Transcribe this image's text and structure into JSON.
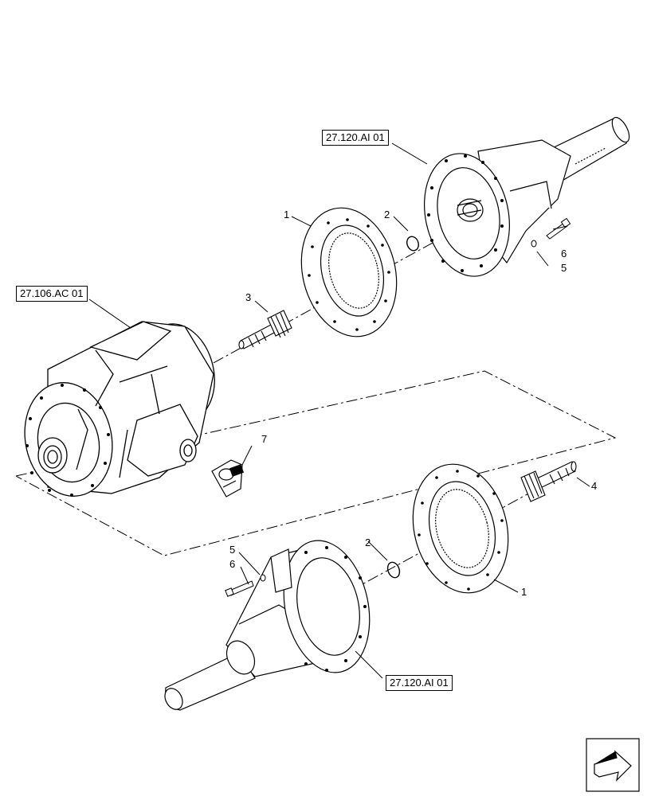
{
  "references": {
    "axle_top": "27.120.AI 01",
    "center_housing": "27.106.AC 01",
    "axle_bottom": "27.120.AI 01"
  },
  "callouts": {
    "ring_gear_top": "1",
    "snap_ring_top": "2",
    "shaft_top": "3",
    "washer_top": "5",
    "bolt_top": "6",
    "ring_gear_bottom": "1",
    "snap_ring_bottom": "2",
    "shaft_bottom": "4",
    "washer_bottom": "5",
    "bolt_bottom": "6",
    "yoke": "7"
  },
  "icons": {
    "navigation": "next-page-arrow-icon"
  }
}
